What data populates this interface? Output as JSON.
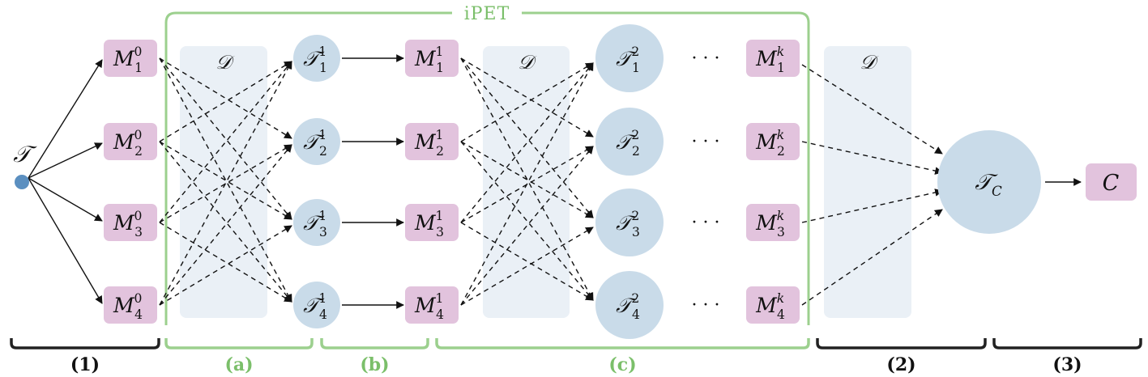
{
  "colors": {
    "model_box": "#e2c3dd",
    "dataset_panel": "#eaf0f6",
    "circle": "#c9dbe9",
    "ipet_green": "#9cd08e",
    "ipet_label": "#7bbf6a",
    "bracket_dark": "#222222",
    "start_dot": "#5b8fc0",
    "edge": "#111111"
  },
  "ipet_label": "iPET",
  "dataset_label": "𝒟",
  "start_label": "𝒯",
  "models_gen0": [
    {
      "base": "M",
      "sup": "0",
      "sub": "1"
    },
    {
      "base": "M",
      "sup": "0",
      "sub": "2"
    },
    {
      "base": "M",
      "sup": "0",
      "sub": "3"
    },
    {
      "base": "M",
      "sup": "0",
      "sub": "4"
    }
  ],
  "sets_gen1": [
    {
      "base": "𝒯",
      "sup": "1",
      "sub": "1"
    },
    {
      "base": "𝒯",
      "sup": "1",
      "sub": "2"
    },
    {
      "base": "𝒯",
      "sup": "1",
      "sub": "3"
    },
    {
      "base": "𝒯",
      "sup": "1",
      "sub": "4"
    }
  ],
  "models_gen1": [
    {
      "base": "M",
      "sup": "1",
      "sub": "1"
    },
    {
      "base": "M",
      "sup": "1",
      "sub": "2"
    },
    {
      "base": "M",
      "sup": "1",
      "sub": "3"
    },
    {
      "base": "M",
      "sup": "1",
      "sub": "4"
    }
  ],
  "sets_gen2": [
    {
      "base": "𝒯",
      "sup": "2",
      "sub": "1"
    },
    {
      "base": "𝒯",
      "sup": "2",
      "sub": "2"
    },
    {
      "base": "𝒯",
      "sup": "2",
      "sub": "3"
    },
    {
      "base": "𝒯",
      "sup": "2",
      "sub": "4"
    }
  ],
  "ellipsis": "· · ·",
  "models_genk": [
    {
      "base": "M",
      "sup": "k",
      "sub": "1"
    },
    {
      "base": "M",
      "sup": "k",
      "sub": "2"
    },
    {
      "base": "M",
      "sup": "k",
      "sub": "3"
    },
    {
      "base": "M",
      "sup": "k",
      "sub": "4"
    }
  ],
  "final_set": {
    "base": "𝒯",
    "sub": "C"
  },
  "classifier": "C",
  "brackets": [
    {
      "label": "(1)",
      "color": "dark"
    },
    {
      "label": "(a)",
      "color": "green"
    },
    {
      "label": "(b)",
      "color": "green"
    },
    {
      "label": "(c)",
      "color": "green"
    },
    {
      "label": "(2)",
      "color": "dark"
    },
    {
      "label": "(3)",
      "color": "dark"
    }
  ]
}
